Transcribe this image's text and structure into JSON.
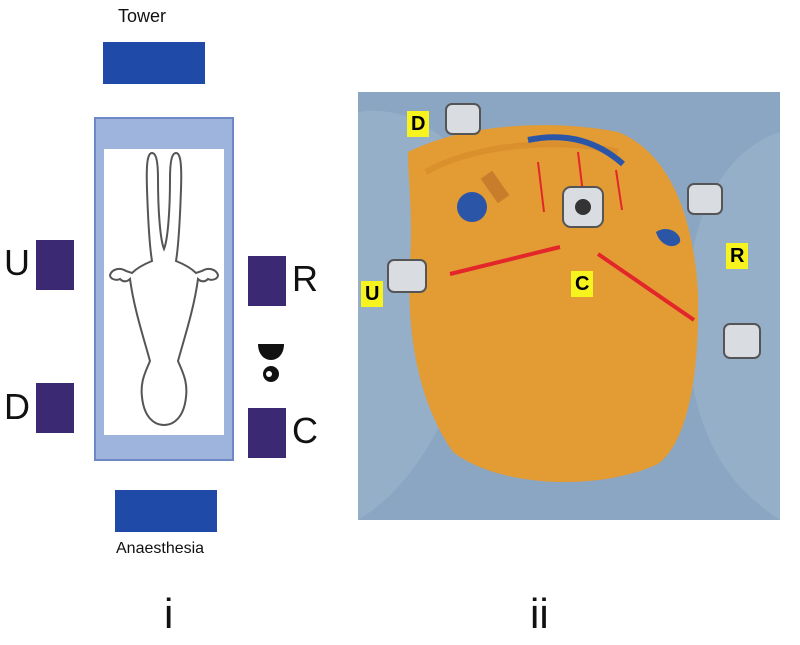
{
  "panel_i": {
    "tower_label": "Tower",
    "anaesthesia_label": "Anaesthesia",
    "station_u": "U",
    "station_d": "D",
    "station_r": "R",
    "station_c": "C",
    "panel_label": "i"
  },
  "panel_ii": {
    "tag_d": "D",
    "tag_u": "U",
    "tag_c": "C",
    "tag_r": "R",
    "panel_label": "ii"
  },
  "colors": {
    "tower_block": "#1f4aa8",
    "station_block": "#3b2a73",
    "table_frame": "#9fb4dc",
    "tag_yellow": "#f6f31e",
    "port_line_red": "#e2262a"
  }
}
